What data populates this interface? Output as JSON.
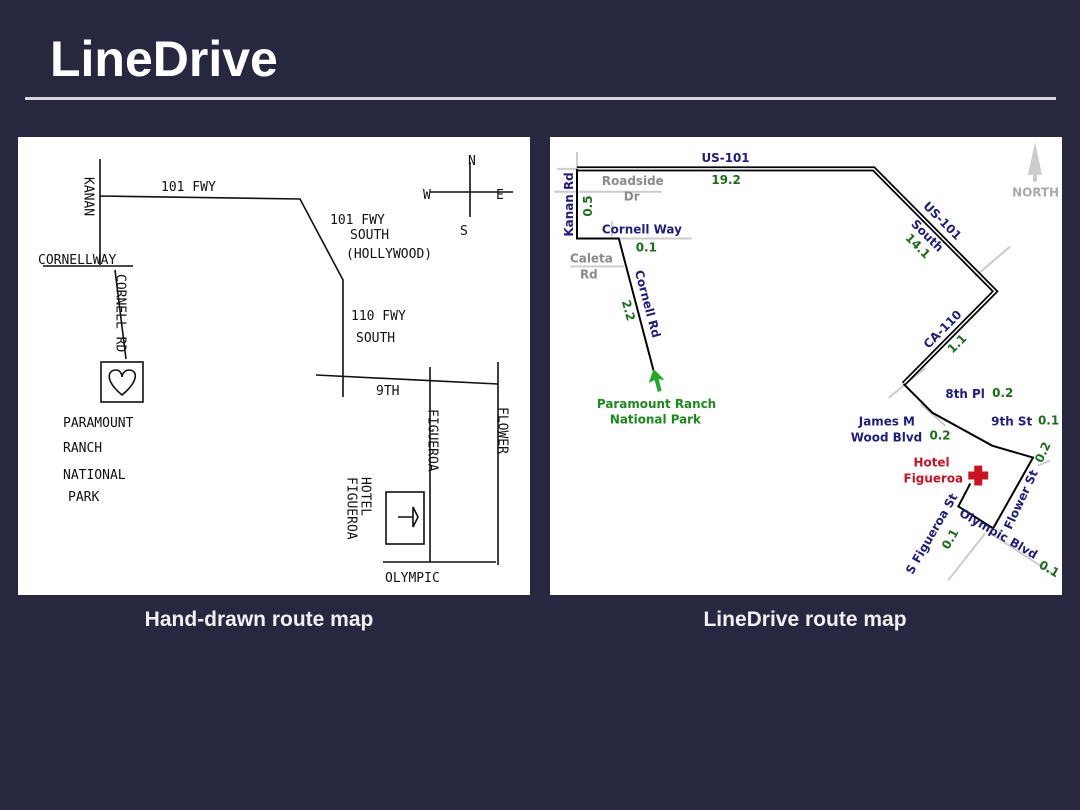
{
  "title": "LineDrive",
  "captions": {
    "left": "Hand-drawn route map",
    "right": "LineDrive route map"
  },
  "hand_map": {
    "compass": {
      "n": "N",
      "s": "S",
      "w": "W",
      "e": "E"
    },
    "kanan": "KANAN",
    "fwy101": "101 FWY",
    "fwy101_south": [
      "101 FWY",
      "SOUTH",
      "(HOLLYWOOD)"
    ],
    "cornell_way": "CORNELLWAY",
    "cornell_rd": "CORNELL RD",
    "fwy110": [
      "110 FWY",
      "SOUTH"
    ],
    "ninth": "9TH",
    "figueroa": "FIGUEROA",
    "flower": "FLOWER",
    "olympic": "OLYMPIC",
    "hotel": [
      "HOTEL",
      "FIGUEROA"
    ],
    "park": [
      "PARAMOUNT",
      "RANCH",
      "NATIONAL",
      "PARK"
    ]
  },
  "linedrive_map": {
    "north": "NORTH",
    "us101": "US-101",
    "us101_dist": "19.2",
    "roadside": [
      "Roadside",
      "Dr"
    ],
    "kanan": "Kanan Rd",
    "kanan_dist": "0.5",
    "cornell_way": "Cornell Way",
    "cornell_way_dist": "0.1",
    "caleta": [
      "Caleta",
      "Rd"
    ],
    "cornell_rd": "Cornell Rd",
    "cornell_rd_dist": "2.2",
    "park": [
      "Paramount Ranch",
      "National Park"
    ],
    "us101_south": [
      "US-101",
      "South"
    ],
    "us101_south_dist": "14.1",
    "ca110": "CA-110",
    "ca110_dist": "1.1",
    "eighth": "8th Pl",
    "eighth_dist": "0.2",
    "james": [
      "James M",
      "Wood Blvd"
    ],
    "james_dist": "0.2",
    "ninth": "9th St",
    "ninth_dist": "0.1",
    "hotel": [
      "Hotel",
      "Figueroa"
    ],
    "flower": "Flower St",
    "flower_dist": "0.2",
    "figueroa": "S Figueroa St",
    "figueroa_dist": "0.1",
    "olympic": "Olympic Blvd",
    "olympic_dist": "0.1",
    "colors": {
      "route_label": "#1d1d80",
      "distance": "#1a6e1a",
      "destination": "#cc1122",
      "start": "#22aa22"
    }
  }
}
